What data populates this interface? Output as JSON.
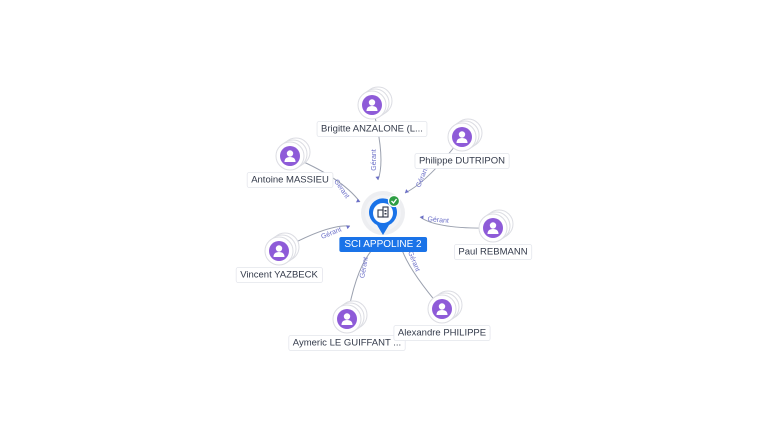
{
  "colors": {
    "person": "#8e5bd8",
    "company": "#1a73e8",
    "check": "#2e9e44",
    "edge_label": "#6b6fc8"
  },
  "center": {
    "label": "SCI APPOLINE 2",
    "icon": "building-icon",
    "badge_icon": "check-icon"
  },
  "people": [
    {
      "id": "brigitte",
      "label": "Brigitte ANZALONE (L...",
      "relation": "Gérant",
      "icon": "person-icon"
    },
    {
      "id": "philippe-d",
      "label": "Philippe DUTRIPON",
      "relation": "Gérant",
      "icon": "person-icon"
    },
    {
      "id": "antoine",
      "label": "Antoine MASSIEU",
      "relation": "Gérant",
      "icon": "person-icon"
    },
    {
      "id": "paul",
      "label": "Paul REBMANN",
      "relation": "Gérant",
      "icon": "person-icon"
    },
    {
      "id": "vincent",
      "label": "Vincent YAZBECK",
      "relation": "Gérant",
      "icon": "person-icon"
    },
    {
      "id": "aymeric",
      "label": "Aymeric LE GUIFFANT ...",
      "relation": "Gérant",
      "icon": "person-icon"
    },
    {
      "id": "alexandre",
      "label": "Alexandre PHILIPPE",
      "relation": "Gérant",
      "icon": "person-icon"
    }
  ]
}
